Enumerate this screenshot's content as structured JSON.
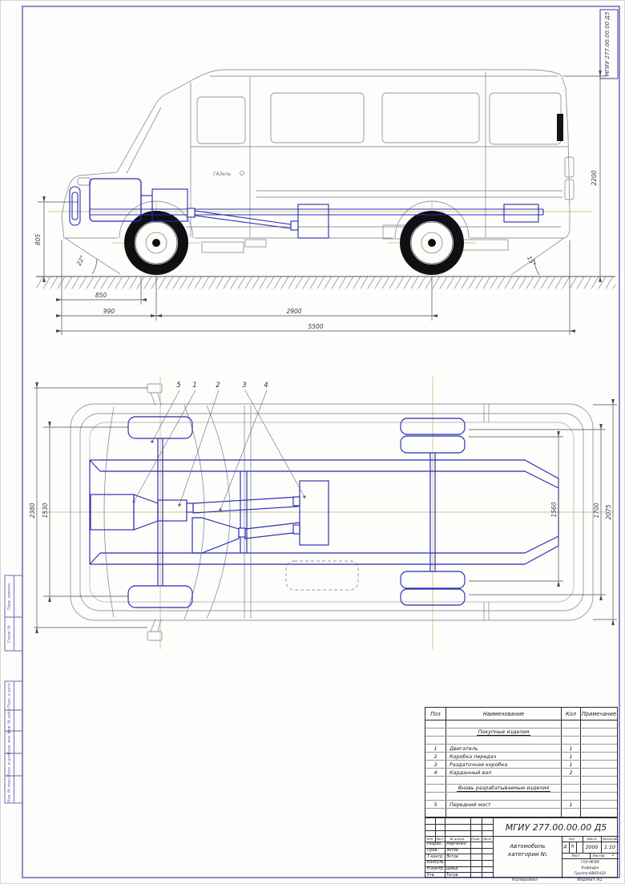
{
  "sheet": {
    "stamp_code": "МГИУ 277.00.00.00 Д5",
    "frame_labels": [
      "Перв. примен.",
      "Справ. №",
      "Подп. и дата",
      "Инв. № дубл.",
      "Взам. инв. №",
      "Подп. и дата",
      "Инв. № подл."
    ],
    "footer": {
      "copied": "Копировал",
      "format": "Формат А1"
    }
  },
  "side_view": {
    "badge": "ГАЗель",
    "dims": {
      "frame_height": "805",
      "front_angle": "22°",
      "front_overhang": "850",
      "front_axle_offset": "990",
      "wheelbase": "2900",
      "overall_length": "5500",
      "overall_height": "2200",
      "rear_angle": "15°"
    }
  },
  "top_view": {
    "callouts": [
      "5",
      "1",
      "2",
      "3",
      "4"
    ],
    "dims": {
      "overall_width_mirrors": "2380",
      "front_track": "1530",
      "rear_track": "1560",
      "body_width": "1700",
      "overall_width": "2075"
    }
  },
  "parts_table": {
    "headers": [
      "Поз",
      "Наименование",
      "Кол",
      "Примечание"
    ],
    "section1_title": "Покупные изделия",
    "section2_title": "Вновь разрабатываемые изделия",
    "rows": [
      {
        "pos": "1",
        "name": "Двигатель",
        "qty": "1",
        "note": ""
      },
      {
        "pos": "2",
        "name": "Коробка передач",
        "qty": "1",
        "note": ""
      },
      {
        "pos": "3",
        "name": "Раздаточная коробка",
        "qty": "1",
        "note": ""
      },
      {
        "pos": "4",
        "name": "Карданный вал",
        "qty": "2",
        "note": ""
      },
      {
        "pos": "5",
        "name": "Передний мост",
        "qty": "1",
        "note": ""
      }
    ]
  },
  "title_block": {
    "code": "МГИУ 277.00.00.00 Д5",
    "doc_title_line1": "Автомобиль",
    "doc_title_line2": "категории N₁",
    "header_cols": [
      "Изм.",
      "Лист",
      "№ докум.",
      "Подп.",
      "Дата"
    ],
    "sign_rows": [
      {
        "role": "Разраб.",
        "name": "Марченко"
      },
      {
        "role": "Пров.",
        "name": "Эктов"
      },
      {
        "role": "Т.контр.",
        "name": "Эктов"
      },
      {
        "role": "Консульт.",
        "name": ""
      },
      {
        "role": "Н.контр.",
        "name": "Швед"
      },
      {
        "role": "Утв.",
        "name": "Титов"
      }
    ],
    "lit_label": "Лит.",
    "mass_label": "Масса",
    "scale_label": "Масштаб",
    "lit_values": [
      "Д",
      "П"
    ],
    "mass_value": "2000",
    "scale_value": "1:10",
    "sheet_label": "Лист",
    "sheets_label": "Листов",
    "sheets_value": "1",
    "org_lines": [
      "ГОУ МГИУ",
      "Кафедра",
      "Группа КВ05А22"
    ]
  }
}
